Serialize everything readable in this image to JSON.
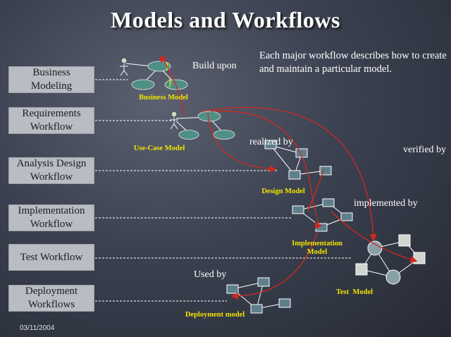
{
  "title": "Models and Workflows",
  "description": "Each major workflow describes how to create and maintain a particular model.",
  "workflows": [
    {
      "label": "Business\nModeling"
    },
    {
      "label": "Requirements\nWorkflow"
    },
    {
      "label": "Analysis Design\nWorkflow"
    },
    {
      "label": "Implementation\nWorkflow"
    },
    {
      "label": "Test Workflow"
    },
    {
      "label": "Deployment\nWorkflows"
    }
  ],
  "models": {
    "business": "Business Model",
    "use_case": "Use-Case Model",
    "design": "Design Model",
    "implementation": "Implementation\nModel",
    "test": "Test  Model",
    "deployment": "Deployment model"
  },
  "relations": {
    "build_upon": "Build upon",
    "realized_by": "realized by",
    "verified_by": "verified by",
    "implemented_by": "implemented by",
    "used_by": "Used by"
  },
  "footer_date": "03/11/2004",
  "colors": {
    "box_fill": "#b9bcc2",
    "model_label": "#f3e400",
    "arrow": "#d02a1f",
    "node_fill": "#4f8f86"
  }
}
